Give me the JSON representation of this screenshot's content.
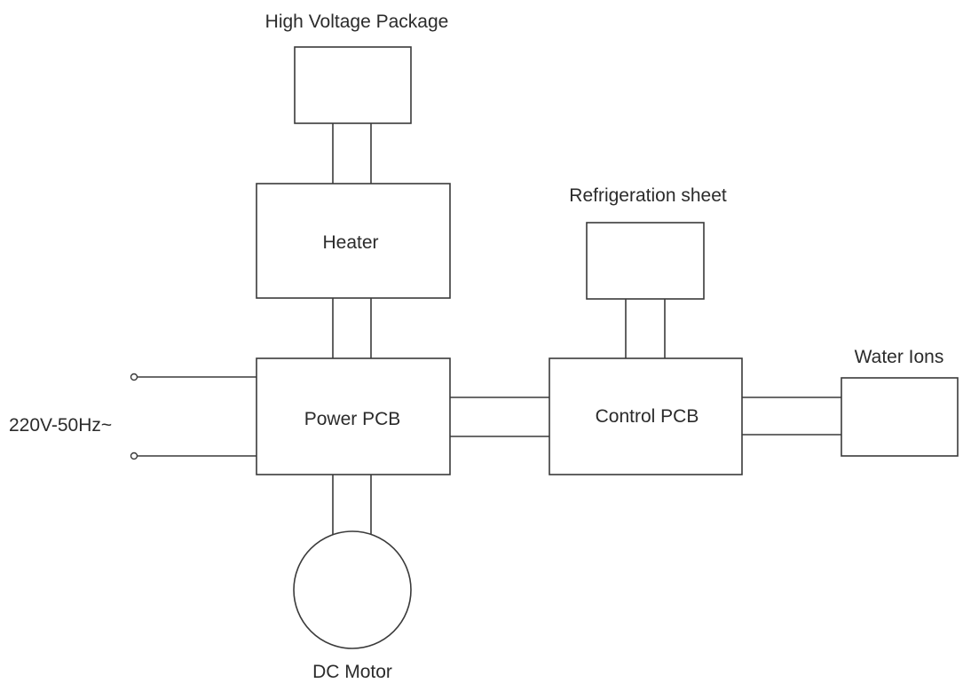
{
  "labels": {
    "high_voltage_package": "High Voltage Package",
    "heater": "Heater",
    "refrigeration_sheet": "Refrigeration sheet",
    "power_pcb": "Power PCB",
    "control_pcb": "Control PCB",
    "water_ions": "Water Ions",
    "power_input": "220V-50Hz~",
    "dc_motor": "DC Motor"
  },
  "colors": {
    "line": "#3a3a3a",
    "text": "#2b2b2b",
    "background": "#ffffff"
  }
}
